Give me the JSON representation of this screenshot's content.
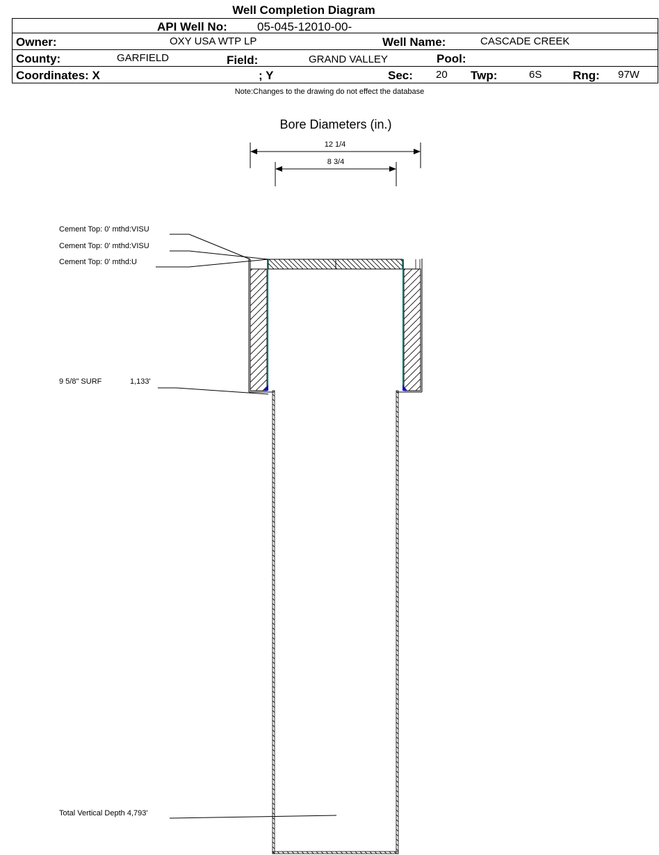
{
  "title": "Well Completion Diagram",
  "header": {
    "api_label": "API Well No:",
    "api_value": "05-045-12010-00-",
    "owner_label": "Owner:",
    "owner_value": "OXY USA WTP LP",
    "well_name_label": "Well Name:",
    "well_name_value": "CASCADE CREEK",
    "county_label": "County:",
    "county_value": "GARFIELD",
    "field_label": "Field:",
    "field_value": "GRAND VALLEY",
    "pool_label": "Pool:",
    "pool_value": "",
    "coord_x_label": "Coordinates: X",
    "coord_y_label": "; Y",
    "sec_label": "Sec:",
    "sec_value": "20",
    "twp_label": "Twp:",
    "twp_value": "6S",
    "rng_label": "Rng:",
    "rng_value": "97W"
  },
  "note": "Note:Changes to the drawing do not effect the database",
  "bore": {
    "title": "Bore Diameters (in.)",
    "outer_label": "12 1/4",
    "inner_label": "8 3/4"
  },
  "annotations": {
    "cement1": "Cement Top: 0' mthd:VISU",
    "cement2": "Cement Top: 0' mthd:VISU",
    "cement3": "Cement Top: 0' mthd:U",
    "casing": "9 5/8\" SURF",
    "casing_depth": "1,133'",
    "tvd": "Total Vertical Depth 4,793'"
  },
  "colors": {
    "casing_line": "#007070",
    "shoe": "#1010c0"
  }
}
